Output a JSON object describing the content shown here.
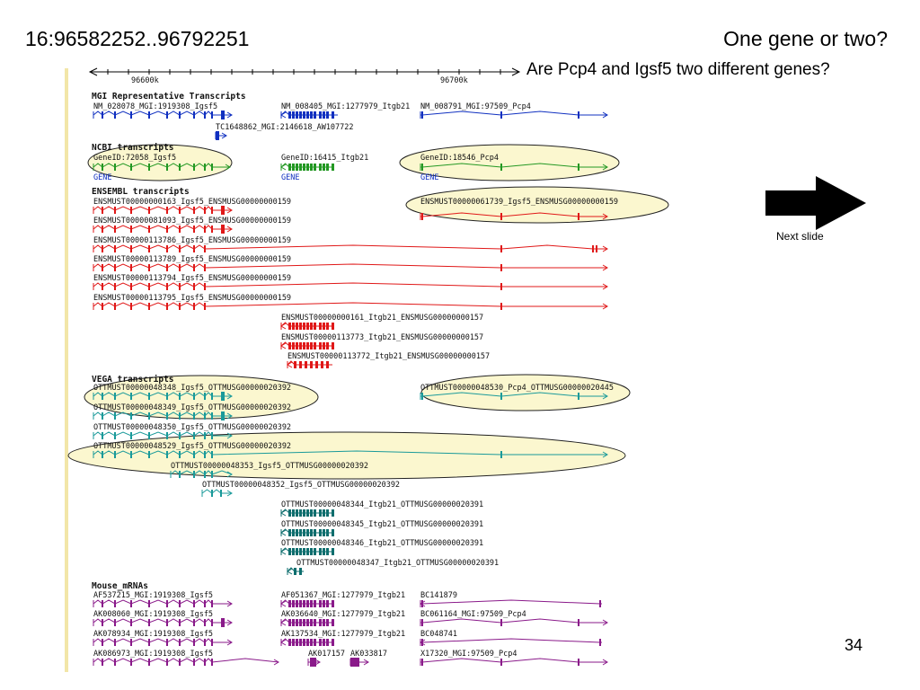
{
  "slide": {
    "coordinates": "16:96582252..96792251",
    "title": "One gene or two?",
    "question": "Are Pcp4 and Igsf5 two different genes?",
    "next_slide_label": "Next slide",
    "page_number": "34"
  },
  "colors": {
    "mgi": "#1030c0",
    "ncbi": "#239823",
    "ensembl": "#e01818",
    "vega": "#1a9a9a",
    "vega_dark": "#0e6e6e",
    "mrna": "#8a1a8a",
    "highlight_fill": "#fbf7cf",
    "highlight_stroke": "#222222",
    "arrow": "#000000",
    "accent_bar": "#f2e6a8"
  },
  "ruler": {
    "ticks": [
      "96600k",
      "96700k"
    ]
  },
  "sections": {
    "mgi": "MGI Representative Transcripts",
    "ncbi": "NCBI transcripts",
    "ensembl": "ENSEMBL transcripts",
    "vega": "VEGA transcripts",
    "mrna": "Mouse_mRNAs"
  },
  "mgi_labels": [
    "NM_028078_MGI:1919308_Igsf5",
    "NM_008405_MGI:1277979_Itgb21",
    "NM_008791_MGI:97509_Pcp4",
    "TC1648862_MGI:2146618_AW107722"
  ],
  "ncbi_labels": [
    "GeneID:72058_Igsf5",
    "GeneID:16415_Itgb21",
    "GeneID:18546_Pcp4"
  ],
  "ncbi_gene_tags": [
    "GENE",
    "GENE",
    "GENE"
  ],
  "ensembl_labels": [
    "ENSMUST00000000163_Igsf5_ENSMUSG00000000159",
    "ENSMUST00000081093_Igsf5_ENSMUSG00000000159",
    "ENSMUST00000113786_Igsf5_ENSMUSG00000000159",
    "ENSMUST00000113789_Igsf5_ENSMUSG00000000159",
    "ENSMUST00000113794_Igsf5_ENSMUSG00000000159",
    "ENSMUST00000113795_Igsf5_ENSMUSG00000000159",
    "ENSMUST00000000161_Itgb21_ENSMUSG00000000157",
    "ENSMUST00000113773_Itgb21_ENSMUSG00000000157",
    "ENSMUST00000113772_Itgb21_ENSMUSG00000000157",
    "ENSMUST00000061739_Igsf5_ENSMUSG00000000159"
  ],
  "vega_labels": [
    "OTTMUST00000048348_Igsf5_OTTMUSG00000020392",
    "OTTMUST00000048349_Igsf5_OTTMUSG00000020392",
    "OTTMUST00000048350_Igsf5_OTTMUSG00000020392",
    "OTTMUST00000048529_Igsf5_OTTMUSG00000020392",
    "OTTMUST00000048353_Igsf5_OTTMUSG00000020392",
    "OTTMUST00000048352_Igsf5_OTTMUSG00000020392",
    "OTTMUST00000048530_Pcp4_OTTMUSG00000020445",
    "OTTMUST00000048344_Itgb21_OTTMUSG00000020391",
    "OTTMUST00000048345_Itgb21_OTTMUSG00000020391",
    "OTTMUST00000048346_Itgb21_OTTMUSG00000020391",
    "OTTMUST00000048347_Itgb21_OTTMUSG00000020391"
  ],
  "mrna_labels": [
    "AF537215_MGI:1919308_Igsf5",
    "AK008060_MGI:1919308_Igsf5",
    "AK078934_MGI:1919308_Igsf5",
    "AK086973_MGI:1919308_Igsf5",
    "AF051367_MGI:1277979_Itgb21",
    "AK036640_MGI:1277979_Itgb21",
    "AK137534_MGI:1277979_Itgb21",
    "AK017157",
    "AK033817",
    "BC141879",
    "BC061164_MGI:97509_Pcp4",
    "BC048741",
    "X17320_MGI:97509_Pcp4"
  ]
}
